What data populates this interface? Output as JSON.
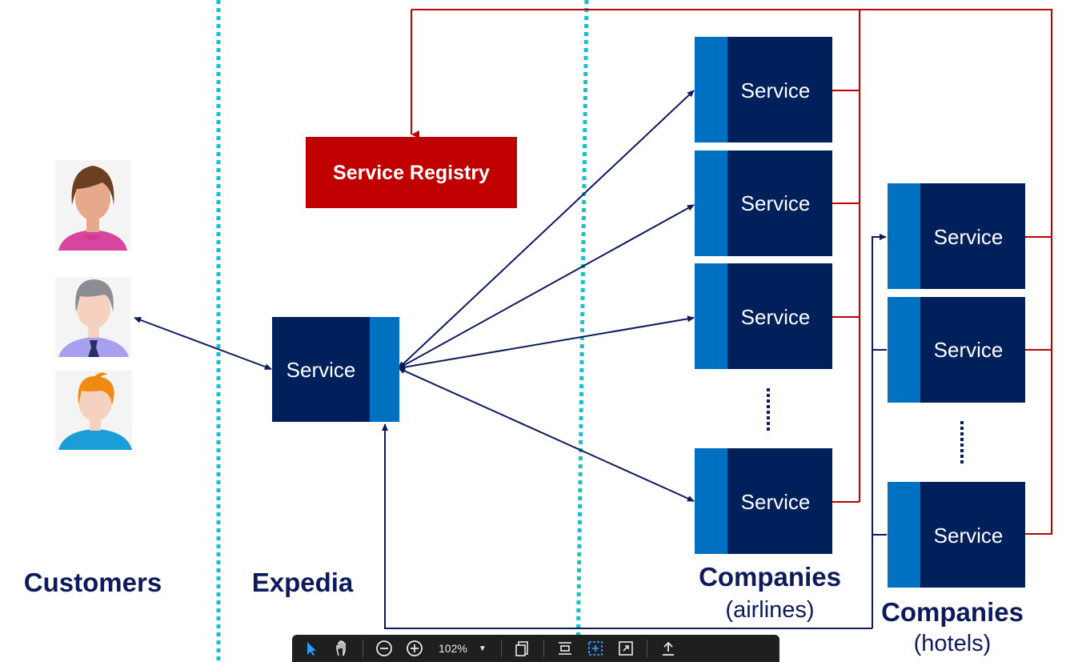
{
  "labels": {
    "customers": "Customers",
    "expedia": "Expedia",
    "companies_airlines": "Companies",
    "airlines_sub": "(airlines)",
    "companies_hotels": "Companies",
    "hotels_sub": "(hotels)"
  },
  "registry": {
    "label": "Service Registry"
  },
  "expedia_service": {
    "label": "Service"
  },
  "airline_services": [
    "Service",
    "Service",
    "Service",
    "Service"
  ],
  "hotel_services": [
    "Service",
    "Service",
    "Service"
  ],
  "colors": {
    "service_dark": "#00205b",
    "service_accent": "#0070c0",
    "registry": "#c00000",
    "registry_line": "#c00000",
    "arrow": "#0d1a5c",
    "divider": "#1abfc7",
    "label_text": "#0d1a5c"
  },
  "toolbar": {
    "zoom": "102%",
    "icons": [
      "select-icon",
      "hand-icon",
      "zoom-out-icon",
      "zoom-in-icon",
      "page-icon",
      "fit-icon",
      "marquee-icon",
      "expand-icon",
      "upload-icon"
    ]
  }
}
